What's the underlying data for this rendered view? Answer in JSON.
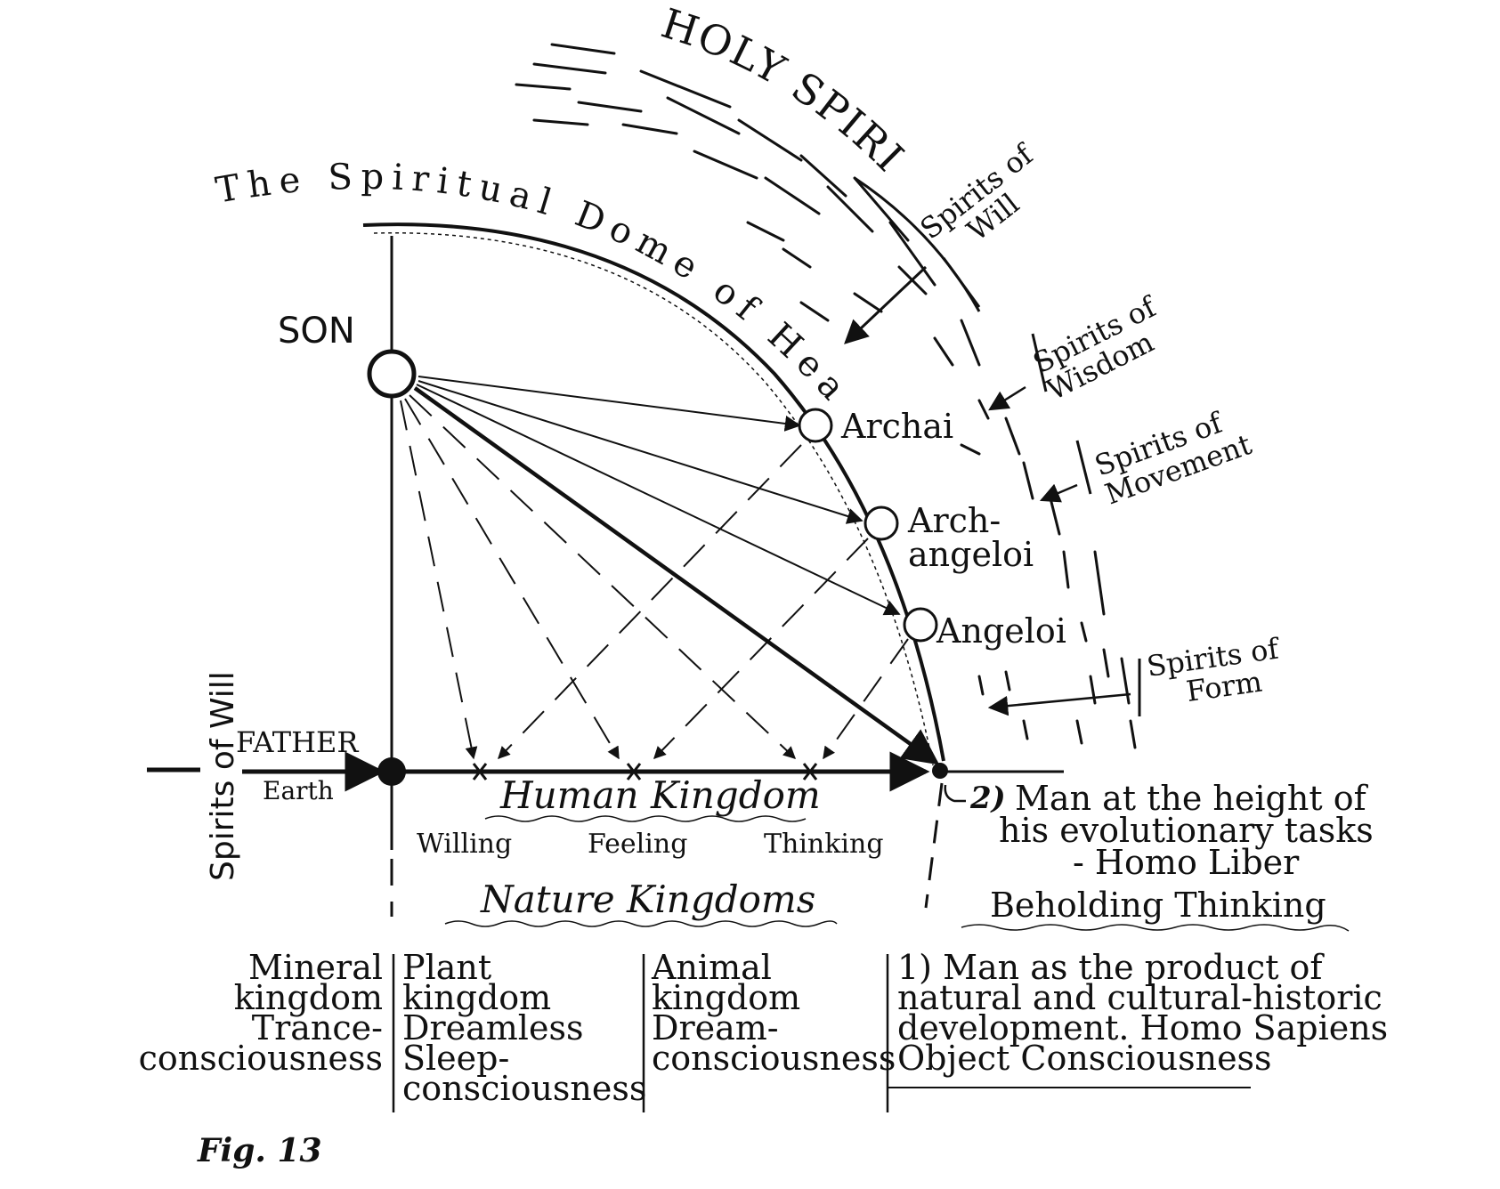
{
  "diagram": {
    "holy_spirit": "HOLY SPIRIT",
    "dome": "The Spiritual Dome of Heaven",
    "son": "SON",
    "father": "FATHER",
    "earth": "Earth",
    "left_vertical": "Spirits of Will",
    "hierarchies": {
      "archai": "Archai",
      "archangeloi_1": "Arch-",
      "archangeloi_2": "angeloi",
      "angeloi": "Angeloi"
    },
    "spirits": {
      "will_1": "Spirits of",
      "will_2": "Will",
      "wisdom_1": "Spirits of",
      "wisdom_2": "Wisdom",
      "movement_1": "Spirits of",
      "movement_2": "Movement",
      "form_1": "Spirits of",
      "form_2": "Form"
    },
    "human_kingdom": "Human Kingdom",
    "soul_faculties": [
      "Willing",
      "Feeling",
      "Thinking"
    ],
    "nature_kingdoms": "Nature Kingdoms",
    "man_2": {
      "marker": "2)",
      "line1": "Man at the height of",
      "line2": "his evolutionary tasks",
      "line3": "- Homo Liber"
    },
    "beholding_thinking": "Beholding Thinking",
    "kingdoms": {
      "mineral": [
        "Mineral",
        "kingdom",
        "Trance-",
        "consciousness"
      ],
      "plant": [
        "Plant",
        "kingdom",
        "Dreamless",
        "Sleep-",
        "consciousness"
      ],
      "animal": [
        "Animal",
        "kingdom",
        "Dream-",
        "consciousness"
      ],
      "man_1": [
        "1) Man as the product of",
        "natural and cultural-historic",
        "development.  Homo Sapiens",
        "Object Consciousness"
      ]
    },
    "caption": "Fig. 13"
  }
}
